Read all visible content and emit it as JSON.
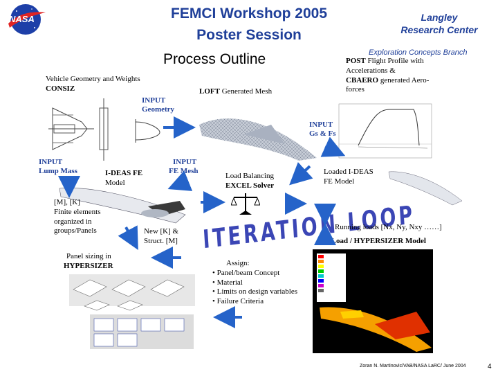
{
  "header": {
    "title_line1": "FEMCI Workshop 2005",
    "title_line2": "Poster Session",
    "right_line1": "Langley",
    "right_line2": "Research Center",
    "logo_text": "NASA"
  },
  "subheader": {
    "process_outline": "Process Outline",
    "exploration": "Exploration Concepts Branch"
  },
  "labels": {
    "vehicle_geometry": "Vehicle Geometry and Weights",
    "consiz": "CONSIZ",
    "input_geometry_1": "INPUT",
    "input_geometry_2": "Geometry",
    "loft_bold": "LOFT",
    "loft_rest": " Generated Mesh",
    "post_bold": "POST",
    "post_rest": " Flight Profile with Accelerations &",
    "cbaero_bold": "CBAERO",
    "cbaero_rest": " generated Aero-forces",
    "input_gs_1": "INPUT",
    "input_gs_2": "Gs & Fs",
    "input_lump_1": "INPUT",
    "input_lump_2": "Lump Mass",
    "ideas_bold": "I-DEAS FE",
    "ideas_model": "Model",
    "input_fe_1": "INPUT",
    "input_fe_2": "FE Mesh",
    "load_balancing": "Load Balancing",
    "excel_solver": "EXCEL Solver",
    "loaded_ideas_1": "Loaded I-DEAS",
    "loaded_ideas_2": "FE Model",
    "mk_1": "[M], [K]",
    "mk_2": "Finite elements",
    "mk_3": "organized in",
    "mk_4": "groups/Panels",
    "new_k_1": "New [K] &",
    "new_k_2": "Struct. [M]",
    "iteration_loop": "ITERATION LOOP",
    "running_loads": "Running loads [Nx, Ny, Nxy ……]",
    "hsload": "HSLoad / HYPERSIZER Model",
    "panel_sizing_1": "Panel sizing in",
    "panel_sizing_2": "HYPERSIZER",
    "assign_title": "Assign:",
    "assign_items": [
      "• Panel/beam Concept",
      "• Material",
      "• Limits on design variables",
      "• Failure Criteria"
    ],
    "footer": "Zoran N. Martinovic/VAB/NASA LaRC/ June 2004",
    "page_number": "4"
  },
  "colors": {
    "title_blue": "#1f3f99",
    "arrow_blue": "#2563c9",
    "loop_blue": "#3b46b5"
  }
}
